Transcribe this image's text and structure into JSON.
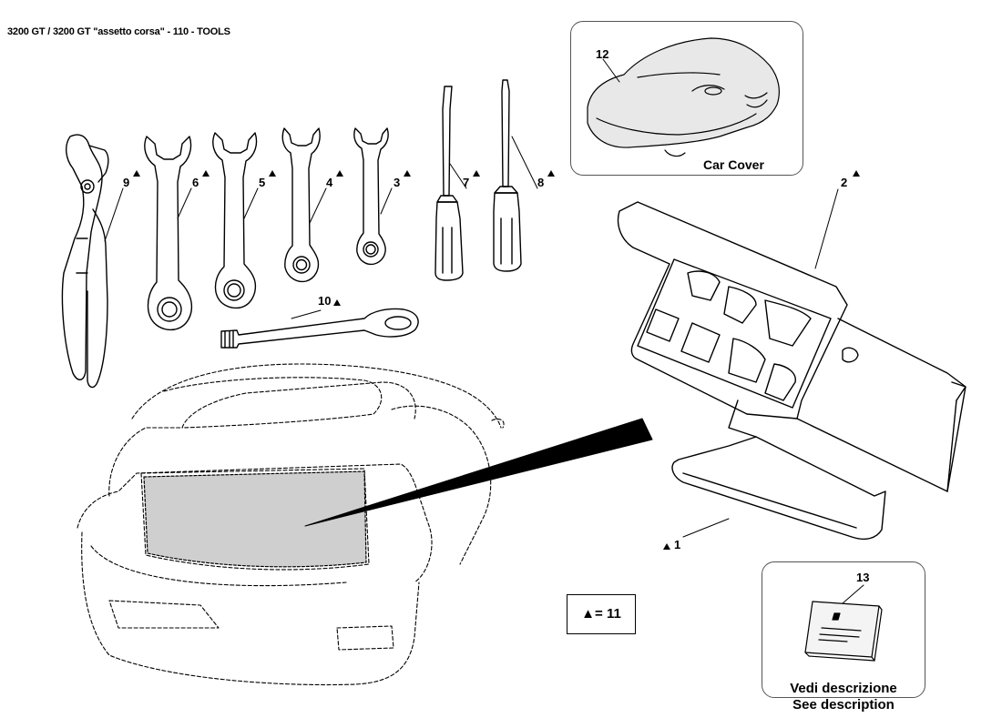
{
  "header": {
    "title": "3200 GT / 3200 GT \"assetto corsa\" - 110 - TOOLS"
  },
  "callouts": {
    "c1": "1",
    "c2": "2",
    "c3": "3",
    "c4": "4",
    "c5": "5",
    "c6": "6",
    "c7": "7",
    "c8": "8",
    "c9": "9",
    "c10": "10",
    "c12": "12",
    "c13": "13"
  },
  "marker_icon": "triangle-marker-icon",
  "car_cover_box": {
    "caption": "Car Cover"
  },
  "description_box": {
    "caption_it": "Vedi descrizione",
    "caption_en": "See description"
  },
  "legend": {
    "text": "▲= 11"
  }
}
